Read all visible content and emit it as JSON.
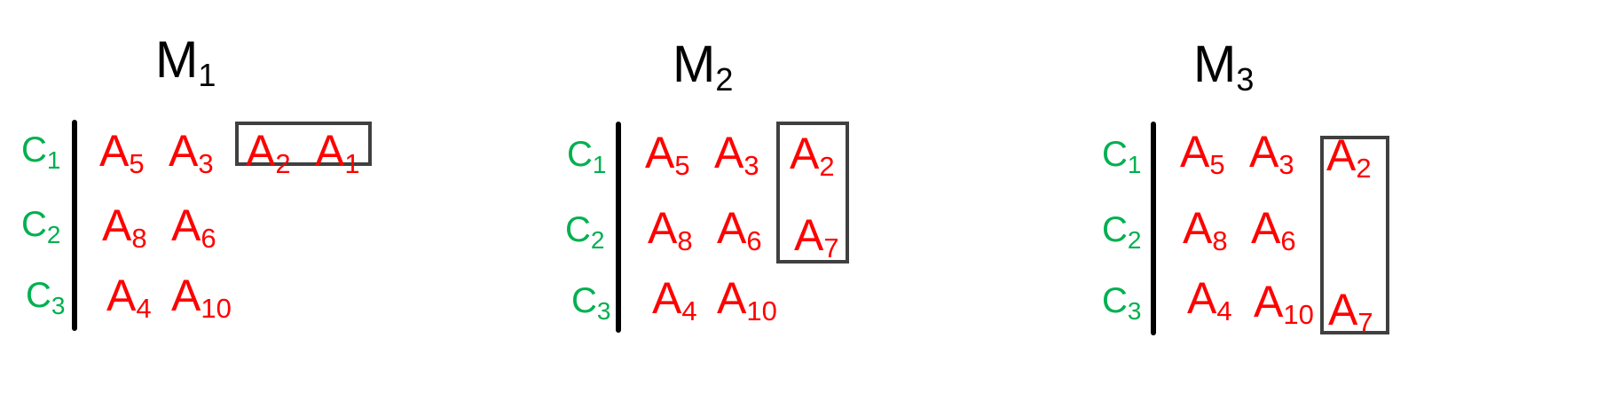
{
  "colors": {
    "class_label": "#00B050",
    "attribute": "#FF0000",
    "title": "#000000",
    "axis_bar": "#000000",
    "box": "#404040"
  },
  "matrices": [
    {
      "title": {
        "letter": "M",
        "sub": "1"
      },
      "rows": [
        {
          "class": {
            "letter": "C",
            "sub": "1"
          },
          "cells": [
            {
              "letter": "A",
              "sub": "5"
            },
            {
              "letter": "A",
              "sub": "3"
            },
            {
              "letter": "A",
              "sub": "2"
            },
            {
              "letter": "A",
              "sub": "1"
            }
          ]
        },
        {
          "class": {
            "letter": "C",
            "sub": "2"
          },
          "cells": [
            {
              "letter": "A",
              "sub": "8"
            },
            {
              "letter": "A",
              "sub": "6"
            }
          ]
        },
        {
          "class": {
            "letter": "C",
            "sub": "3"
          },
          "cells": [
            {
              "letter": "A",
              "sub": "4"
            },
            {
              "letter": "A",
              "sub": "10"
            }
          ]
        }
      ]
    },
    {
      "title": {
        "letter": "M",
        "sub": "2"
      },
      "rows": [
        {
          "class": {
            "letter": "C",
            "sub": "1"
          },
          "cells": [
            {
              "letter": "A",
              "sub": "5"
            },
            {
              "letter": "A",
              "sub": "3"
            },
            {
              "letter": "A",
              "sub": "2"
            }
          ]
        },
        {
          "class": {
            "letter": "C",
            "sub": "2"
          },
          "cells": [
            {
              "letter": "A",
              "sub": "8"
            },
            {
              "letter": "A",
              "sub": "6"
            },
            {
              "letter": "A",
              "sub": "7"
            }
          ]
        },
        {
          "class": {
            "letter": "C",
            "sub": "3"
          },
          "cells": [
            {
              "letter": "A",
              "sub": "4"
            },
            {
              "letter": "A",
              "sub": "10"
            }
          ]
        }
      ]
    },
    {
      "title": {
        "letter": "M",
        "sub": "3"
      },
      "rows": [
        {
          "class": {
            "letter": "C",
            "sub": "1"
          },
          "cells": [
            {
              "letter": "A",
              "sub": "5"
            },
            {
              "letter": "A",
              "sub": "3"
            },
            {
              "letter": "A",
              "sub": "2"
            }
          ]
        },
        {
          "class": {
            "letter": "C",
            "sub": "2"
          },
          "cells": [
            {
              "letter": "A",
              "sub": "8"
            },
            {
              "letter": "A",
              "sub": "6"
            }
          ]
        },
        {
          "class": {
            "letter": "C",
            "sub": "3"
          },
          "cells": [
            {
              "letter": "A",
              "sub": "4"
            },
            {
              "letter": "A",
              "sub": "10"
            },
            {
              "letter": "A",
              "sub": "7"
            }
          ]
        }
      ]
    }
  ]
}
